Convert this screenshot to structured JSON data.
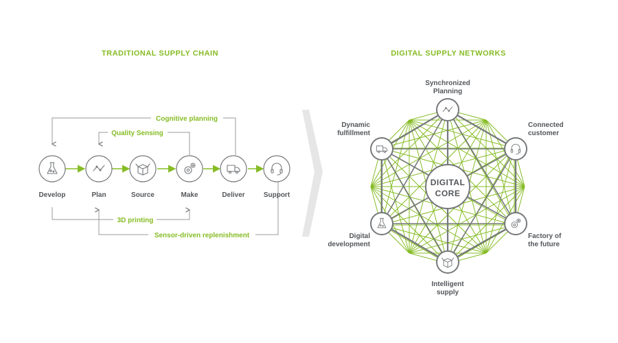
{
  "left": {
    "title": "TRADITIONAL SUPPLY CHAIN",
    "stages": [
      {
        "label": "Develop",
        "icon": "flask-icon"
      },
      {
        "label": "Plan",
        "icon": "line-chart-icon"
      },
      {
        "label": "Source",
        "icon": "box-icon"
      },
      {
        "label": "Make",
        "icon": "gears-icon"
      },
      {
        "label": "Deliver",
        "icon": "truck-icon"
      },
      {
        "label": "Support",
        "icon": "headset-icon"
      }
    ],
    "feedback_labels": {
      "cognitive_planning": "Cognitive planning",
      "quality_sensing": "Quality Sensing",
      "printing_3d": "3D printing",
      "sensor_replenishment": "Sensor-driven replenishment"
    }
  },
  "right": {
    "title": "DIGITAL SUPPLY NETWORKS",
    "core": {
      "line1": "DIGITAL",
      "line2": "CORE"
    },
    "nodes": {
      "synchronized_planning": {
        "line1": "Synchronized",
        "line2": "Planning",
        "icon": "line-chart-icon"
      },
      "connected_customer": {
        "line1": "Connected",
        "line2": "customer",
        "icon": "headset-icon"
      },
      "factory_of_future": {
        "line1": "Factory of",
        "line2": "the future",
        "icon": "gears-icon"
      },
      "intelligent_supply": {
        "line1": "Intelligent",
        "line2": "supply",
        "icon": "box-icon"
      },
      "digital_development": {
        "line1": "Digital",
        "line2": "development",
        "icon": "flask-icon"
      },
      "dynamic_fulfillment": {
        "line1": "Dynamic",
        "line2": "fulfillment",
        "icon": "truck-icon"
      }
    }
  },
  "colors": {
    "accent_green": "#86bc25",
    "text_gray": "#53565a",
    "line_gray": "#75787b",
    "chevron_gray": "#e6e6e6"
  }
}
